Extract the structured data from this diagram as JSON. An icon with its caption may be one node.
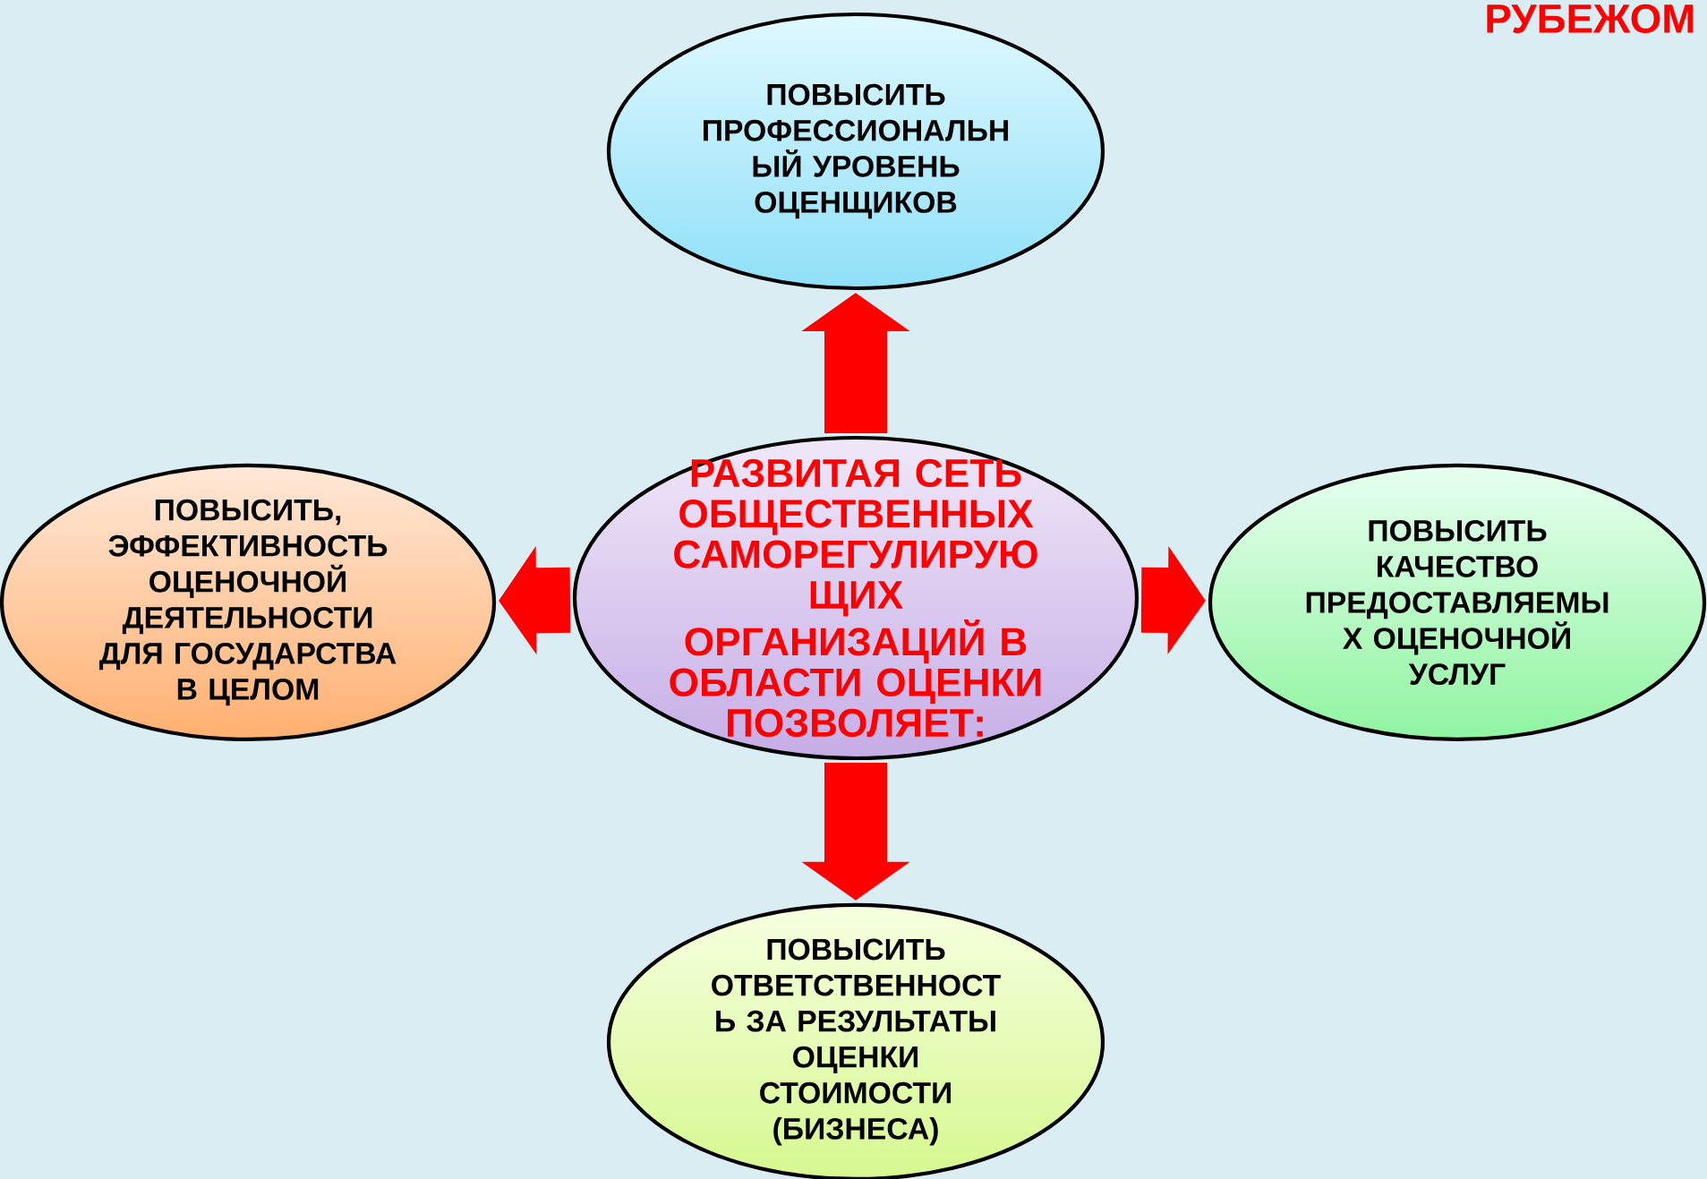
{
  "diagram": {
    "nodes": [
      {
        "text": [
          "ПОВЫСИТЬ ПРОФЕССИОНАЛЬН ЫЙ УРОВЕНЬ ОЦЕНЩИКОВ"
        ]
      },
      {
        "text": [
          "ПОВЫСИТЬ, ЭФФЕКТИВНОСТЬ ОЦЕНОЧНОЙ ДЕЯТЕЛЬНОСТИ ДЛЯ ГОСУДАРСТВА В ЦЕЛОМ"
        ]
      },
      {
        "text": [
          "РАЗВИТАЯ СЕТЬ ОБЩЕСТВЕННЫХ САМОРЕГУЛИРУЮ ЩИХ ОРГАНИЗАЦИЙ В ОБЛАСТИ ОЦЕНКИ ПОЗВОЛЯЕТ:"
        ]
      },
      {
        "text": [
          "ПОВЫСИТЬ КАЧЕСТВО ПРЕДОСТАВЛЯЕМЫ Х ОЦЕНОЧНОЙ УСЛУГ"
        ]
      },
      {
        "text": [
          "ПОВЫСИТЬ ОТВЕТСТВЕННОСТ Ь ЗА РЕЗУЛЬТАТЫ ОЦЕНКИ СТОИМОСТИ (БИЗНЕСА)"
        ]
      }
    ],
    "edges": [
      {
        "from": 2,
        "to": 0,
        "arrow": "to"
      },
      {
        "from": 2,
        "to": 1,
        "arrow": "to"
      },
      {
        "from": 2,
        "to": 3,
        "arrow": "to"
      },
      {
        "from": 2,
        "to": 4,
        "arrow": "to"
      }
    ],
    "labels": [
      "РУБЕЖОМ"
    ]
  }
}
